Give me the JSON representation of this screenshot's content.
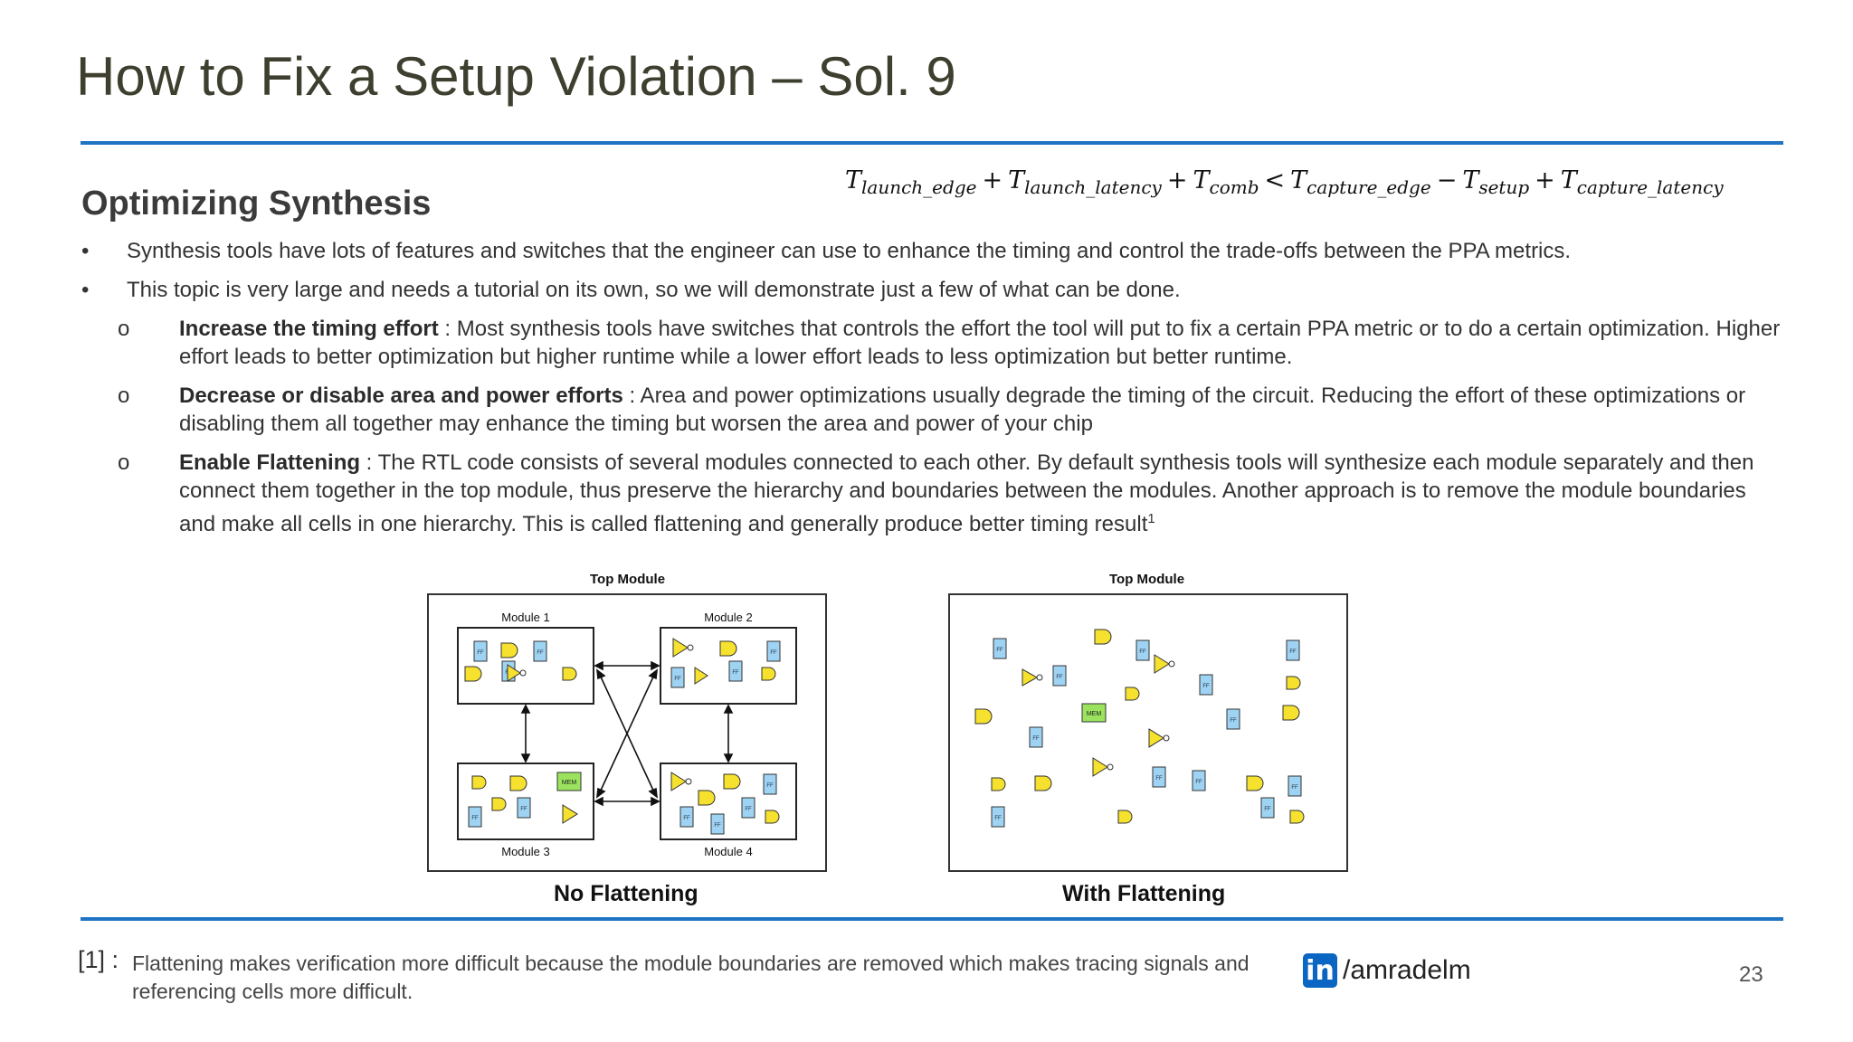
{
  "slide": {
    "title": "How to Fix a Setup Violation – Sol. 9",
    "subtitle": "Optimizing Synthesis",
    "formula": {
      "t1": "launch_edge",
      "t2": "launch_latency",
      "t3": "comb",
      "t4": "capture_edge",
      "t5": "setup",
      "t6": "capture_latency"
    },
    "bullets": [
      "Synthesis tools have lots of features and switches that the engineer can use to enhance the timing and control the trade-offs between the PPA metrics.",
      "This topic is very large and needs a tutorial on its own, so we will demonstrate just a few of what can be done."
    ],
    "sub_items": [
      {
        "term": "Increase the timing effort ",
        "text": ": Most synthesis tools have switches that controls the effort the tool will put to fix a certain PPA metric or to do a certain optimization. Higher effort leads to better optimization but higher runtime while a lower effort leads to less optimization but better runtime."
      },
      {
        "term": "Decrease or disable area and power efforts",
        "text": " : Area and power optimizations usually degrade the timing of the circuit. Reducing the effort of these optimizations or disabling them all together may enhance the timing but worsen the area and power of your chip"
      },
      {
        "term": "Enable Flattening",
        "text": " : The RTL code consists of several modules connected to each other. By default synthesis tools will synthesize each module separately and then connect them together in the top module, thus preserve the hierarchy and boundaries between the modules. Another approach is to remove the module boundaries and make all cells in one hierarchy. This is called flattening and generally produce better timing result",
        "sup": "1"
      }
    ],
    "figures": {
      "left_top": "Top Module",
      "right_top": "Top Module",
      "module1": "Module 1",
      "module2": "Module 2",
      "module3": "Module 3",
      "module4": "Module 4",
      "ff": "FF",
      "mem": "MEM",
      "left_caption": "No Flattening",
      "right_caption": "With Flattening"
    },
    "footnote_mark": "[1] :",
    "footnote": "Flattening makes verification more difficult because the module boundaries are removed which makes tracing signals and referencing cells more difficult.",
    "linkedin": {
      "icon": "in",
      "handle": "/amradelm"
    },
    "page_number": "23",
    "colors": {
      "accent_rule": "#1f74c3",
      "ff_fill": "#9fd3f3",
      "gate_fill": "#f5e12e",
      "mem_fill": "#9be35f",
      "linkedin": "#0a66c2"
    }
  }
}
